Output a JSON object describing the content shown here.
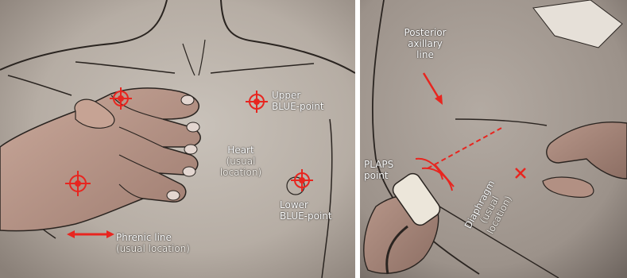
{
  "left_panel": {
    "labels": {
      "upper_blue_point": "Upper\nBLUE-point",
      "heart_title": "Heart",
      "heart_sub": "(usual\nlocation)",
      "lower_blue_point": "Lower\nBLUE-point",
      "phrenic_title": "Phrenic line",
      "phrenic_sub": "(usual location)"
    }
  },
  "right_panel": {
    "labels": {
      "posterior_axillary_line": "Posterior\naxillary\nline",
      "plaps_point": "PLAPS\npoint",
      "diaphragm_title": "Diaphragm",
      "diaphragm_sub": "(usual\nlocation)"
    }
  },
  "colors": {
    "marker_red": "#e8251f",
    "skin_left": "#bdb4ab",
    "skin_right": "#a69c94",
    "outline": "#2a2420"
  }
}
